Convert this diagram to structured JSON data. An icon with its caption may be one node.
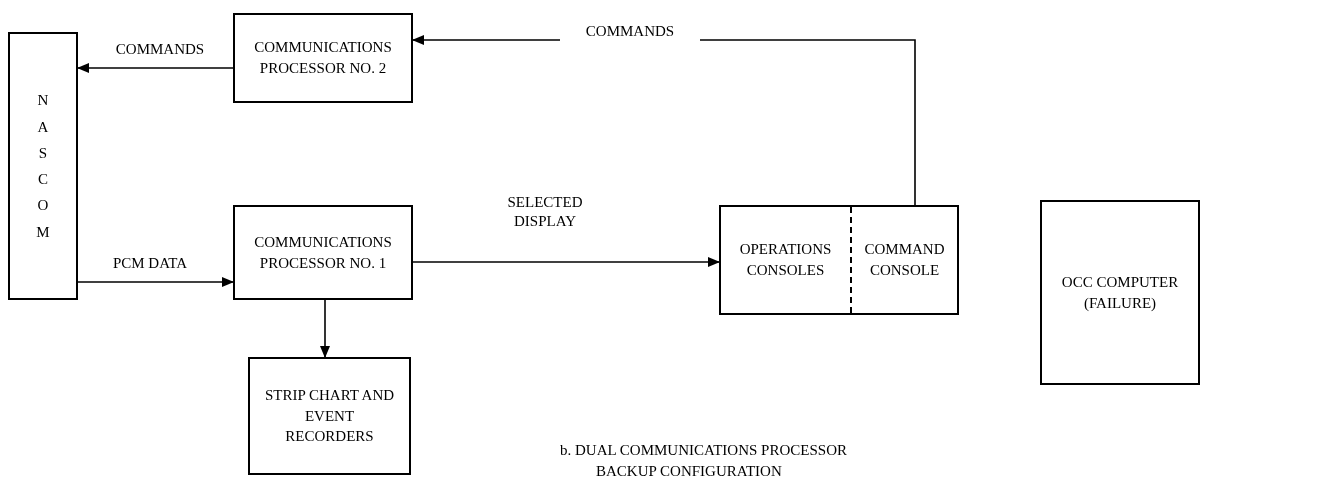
{
  "diagram": {
    "caption": "b. DUAL COMMUNICATIONS PROCESSOR BACKUP CONFIGURATION",
    "nodes": [
      {
        "text": [
          "NASCOM"
        ]
      },
      {
        "text": [
          "COMMUNICATIONS PROCESSOR NO. 2"
        ]
      },
      {
        "text": [
          "COMMUNICATIONS PROCESSOR NO. 1"
        ]
      },
      {
        "text": [
          "OPERATIONS CONSOLES",
          "COMMAND CONSOLE"
        ]
      },
      {
        "text": [
          "STRIP CHART AND EVENT RECORDERS"
        ]
      },
      {
        "text": [
          "OCC COMPUTER (FAILURE)"
        ]
      }
    ],
    "edges": [
      {
        "from": 1,
        "to": 0,
        "arrow": "to",
        "label": "COMMANDS"
      },
      {
        "from": 0,
        "to": 2,
        "arrow": "to",
        "label": "PCM DATA"
      },
      {
        "from": 2,
        "to": 3,
        "arrow": "to",
        "label": "SELECTED DISPLAY"
      },
      {
        "from": 2,
        "to": 4,
        "arrow": "to"
      },
      {
        "from": 3,
        "to": 1,
        "arrow": "to",
        "label": "COMMANDS"
      }
    ]
  }
}
